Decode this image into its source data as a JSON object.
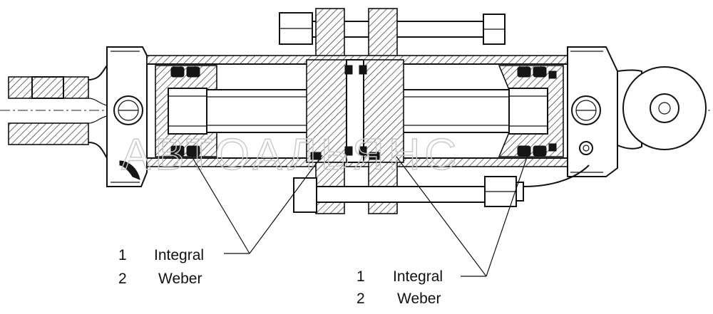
{
  "watermark": "АВТОАЛЬЯНС",
  "callouts": [
    {
      "number": "1",
      "name": "Integral"
    },
    {
      "number": "2",
      "name": "Weber"
    },
    {
      "number": "1",
      "name": "Integral"
    },
    {
      "number": "2",
      "name": "Weber"
    }
  ]
}
